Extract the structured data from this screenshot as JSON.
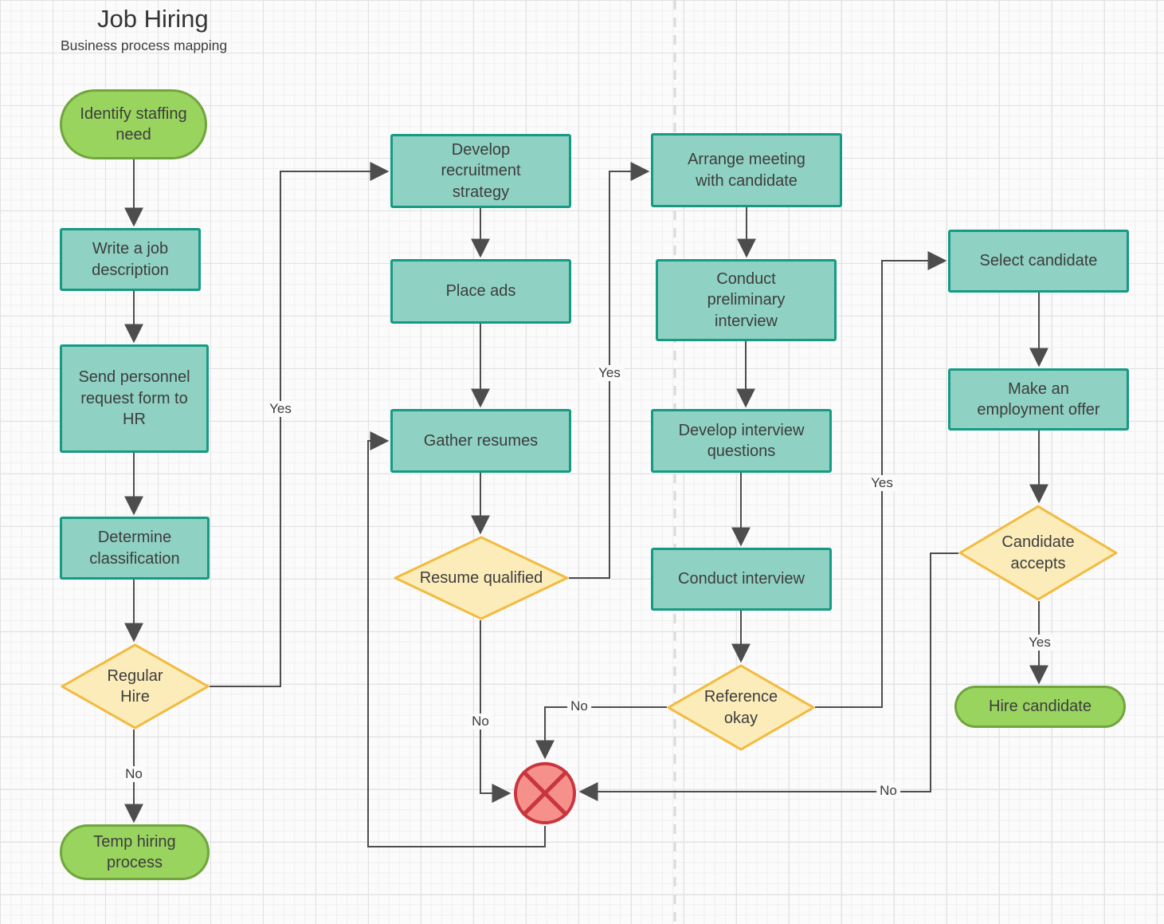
{
  "title": "Job Hiring",
  "subtitle": "Business process mapping",
  "colors": {
    "process-fill": "#8fd1c2",
    "process-stroke": "#169a83",
    "decision-fill": "#fcecba",
    "decision-stroke": "#f2bb40",
    "terminator-fill": "#99d45f",
    "terminator-stroke": "#71a53d",
    "reject-fill": "#f5908a",
    "reject-stroke": "#c9353f",
    "edge-line": "#4d4d4d",
    "text": "#3d3d3d",
    "page-bg": "#fbfbfb",
    "grid-minor": "#f0f0f0",
    "grid-major": "#e2e2e2",
    "divider": "#d9d9d9"
  },
  "nodes": {
    "identify": {
      "type": "terminator",
      "label": "Identify staffing need"
    },
    "write": {
      "type": "process",
      "label": "Write a job description"
    },
    "send": {
      "type": "process",
      "label": "Send personnel request form to HR"
    },
    "classify": {
      "type": "process",
      "label": "Determine classification"
    },
    "regular_hire": {
      "type": "decision",
      "label": "Regular Hire"
    },
    "temp": {
      "type": "terminator",
      "label": "Temp hiring process"
    },
    "develop_strategy": {
      "type": "process",
      "label": "Develop recruitment strategy"
    },
    "place_ads": {
      "type": "process",
      "label": "Place ads"
    },
    "gather": {
      "type": "process",
      "label": "Gather resumes"
    },
    "resume_qualified": {
      "type": "decision",
      "label": "Resume qualified"
    },
    "reject": {
      "type": "reject-terminator",
      "label": ""
    },
    "arrange": {
      "type": "process",
      "label": "Arrange meeting with candidate"
    },
    "prelim": {
      "type": "process",
      "label": "Conduct preliminary interview"
    },
    "questions": {
      "type": "process",
      "label": "Develop interview questions"
    },
    "interview": {
      "type": "process",
      "label": "Conduct interview"
    },
    "reference": {
      "type": "decision",
      "label": "Reference okay"
    },
    "select": {
      "type": "process",
      "label": "Select candidate"
    },
    "offer": {
      "type": "process",
      "label": "Make an employment offer"
    },
    "accepts": {
      "type": "decision",
      "label": "Candidate accepts"
    },
    "hire": {
      "type": "terminator",
      "label": "Hire candidate"
    }
  },
  "edges": {
    "identify_write": {
      "from": "identify",
      "to": "write",
      "label": ""
    },
    "write_send": {
      "from": "write",
      "to": "send",
      "label": ""
    },
    "send_classify": {
      "from": "send",
      "to": "classify",
      "label": ""
    },
    "classify_regular": {
      "from": "classify",
      "to": "regular_hire",
      "label": ""
    },
    "regular_no": {
      "from": "regular_hire",
      "to": "temp",
      "label": "No"
    },
    "regular_yes": {
      "from": "regular_hire",
      "to": "develop_strategy",
      "label": "Yes"
    },
    "strategy_ads": {
      "from": "develop_strategy",
      "to": "place_ads",
      "label": ""
    },
    "ads_gather": {
      "from": "place_ads",
      "to": "gather",
      "label": ""
    },
    "gather_qualified": {
      "from": "gather",
      "to": "resume_qualified",
      "label": ""
    },
    "resume_yes": {
      "from": "resume_qualified",
      "to": "arrange",
      "label": "Yes"
    },
    "resume_no": {
      "from": "resume_qualified",
      "to": "reject",
      "label": "No"
    },
    "arrange_prelim": {
      "from": "arrange",
      "to": "prelim",
      "label": ""
    },
    "prelim_questions": {
      "from": "prelim",
      "to": "questions",
      "label": ""
    },
    "questions_interview": {
      "from": "questions",
      "to": "interview",
      "label": ""
    },
    "interview_reference": {
      "from": "interview",
      "to": "reference",
      "label": ""
    },
    "reference_no": {
      "from": "reference",
      "to": "reject",
      "label": "No"
    },
    "reference_yes": {
      "from": "reference",
      "to": "select",
      "label": "Yes"
    },
    "select_offer": {
      "from": "select",
      "to": "offer",
      "label": ""
    },
    "offer_accepts": {
      "from": "offer",
      "to": "accepts",
      "label": ""
    },
    "accepts_yes": {
      "from": "accepts",
      "to": "hire",
      "label": "Yes"
    },
    "accepts_no": {
      "from": "accepts",
      "to": "reject",
      "label": "No"
    },
    "reject_gather": {
      "from": "reject",
      "to": "gather",
      "label": ""
    }
  }
}
